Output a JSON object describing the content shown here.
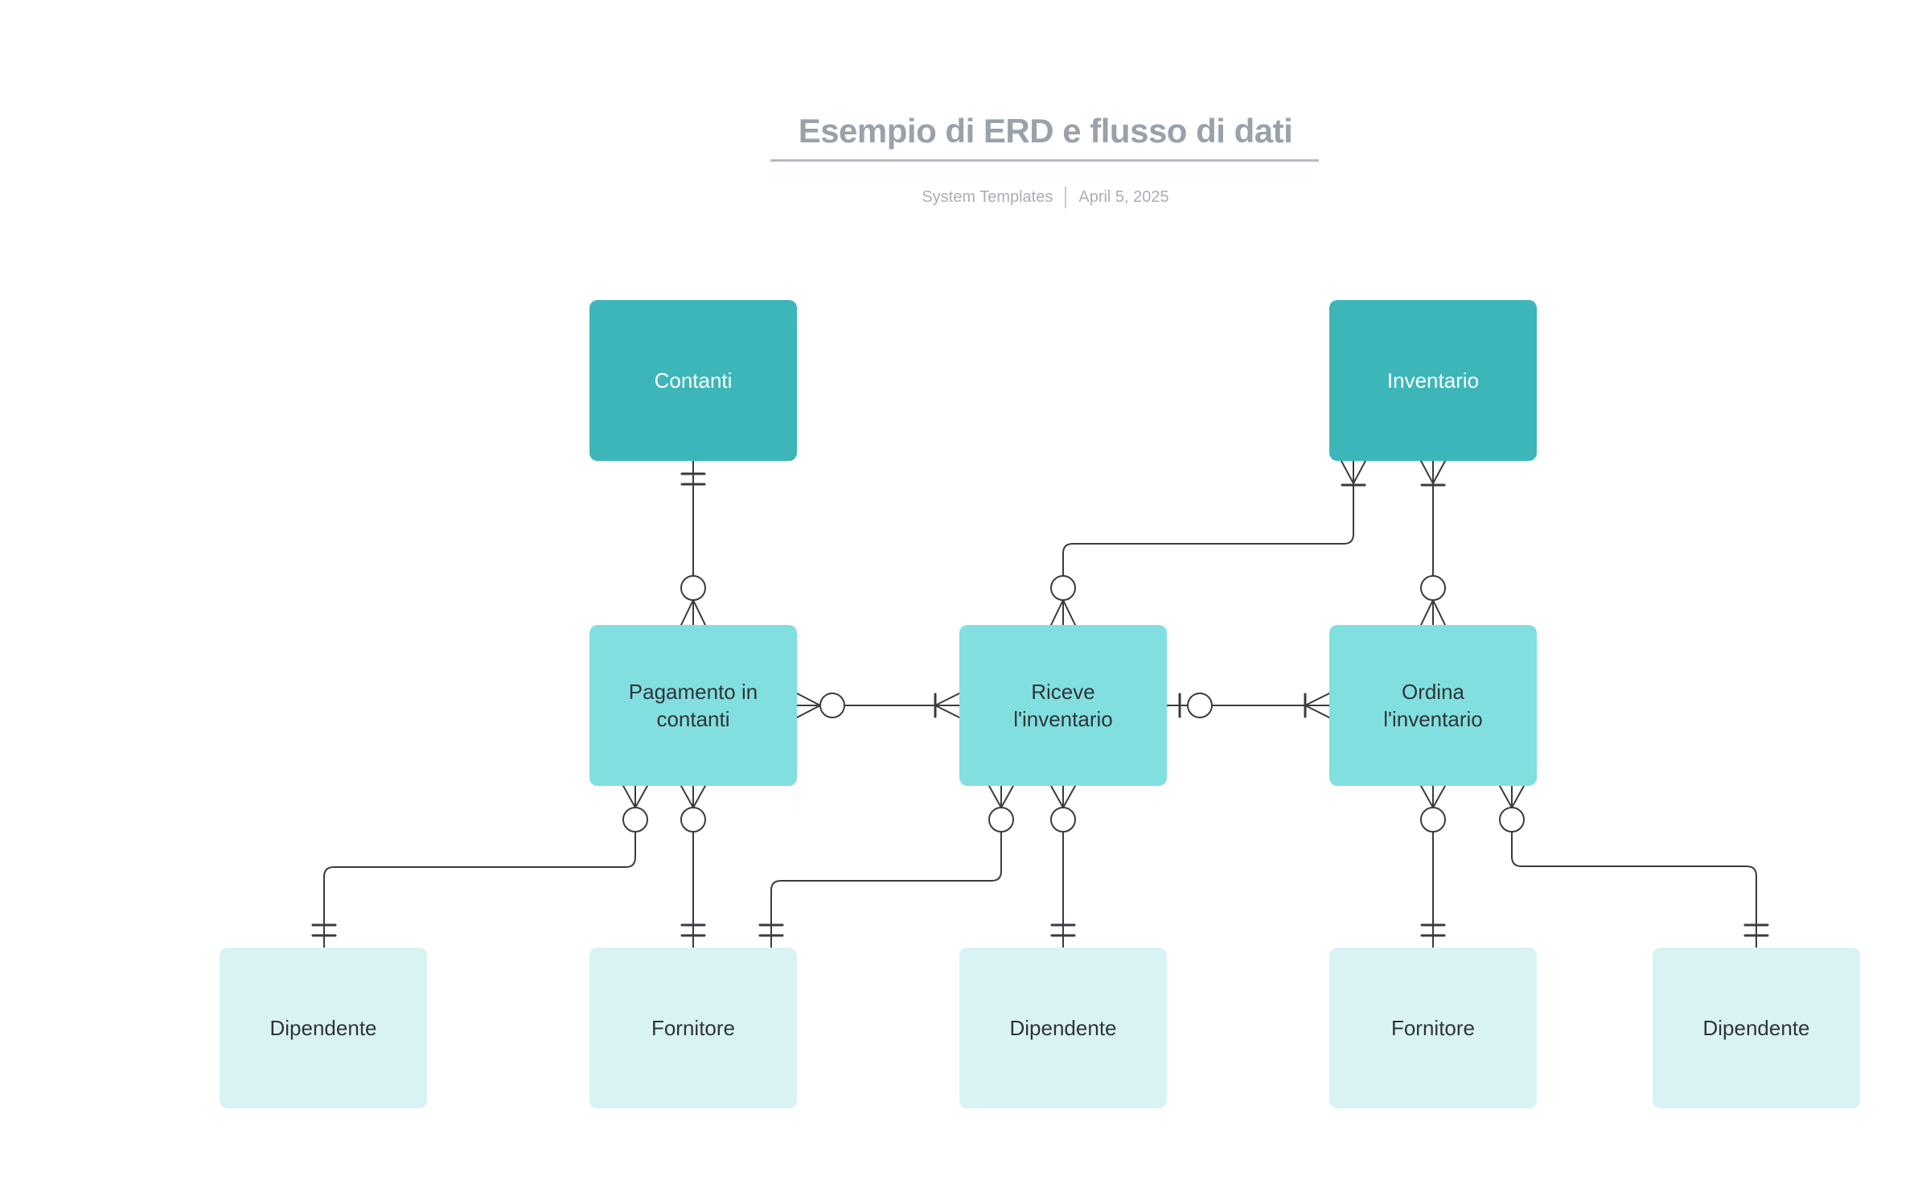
{
  "header": {
    "title": "Esempio di ERD e flusso di dati",
    "subtitle_left": "System Templates",
    "subtitle_right": "April 5, 2025"
  },
  "nodes": [
    {
      "id": "contanti",
      "label": "Contanti",
      "type": "entity"
    },
    {
      "id": "inventario",
      "label": "Inventario",
      "type": "entity"
    },
    {
      "id": "pagamento",
      "label": "Pagamento in\ncontanti",
      "type": "process"
    },
    {
      "id": "riceve",
      "label": "Riceve\nl'inventario",
      "type": "process"
    },
    {
      "id": "ordina",
      "label": "Ordina\nl'inventario",
      "type": "process"
    },
    {
      "id": "dipendente1",
      "label": "Dipendente",
      "type": "store"
    },
    {
      "id": "fornitore1",
      "label": "Fornitore",
      "type": "store"
    },
    {
      "id": "dipendente2",
      "label": "Dipendente",
      "type": "store"
    },
    {
      "id": "fornitore2",
      "label": "Fornitore",
      "type": "store"
    },
    {
      "id": "dipendente3",
      "label": "Dipendente",
      "type": "store"
    }
  ],
  "edges": [
    {
      "from": "contanti",
      "to": "pagamento",
      "from_cardinality": "exactly-one",
      "to_cardinality": "zero-or-many"
    },
    {
      "from": "inventario",
      "to": "riceve",
      "from_cardinality": "one-or-many",
      "to_cardinality": "zero-or-many"
    },
    {
      "from": "inventario",
      "to": "ordina",
      "from_cardinality": "one-or-many",
      "to_cardinality": "zero-or-many"
    },
    {
      "from": "pagamento",
      "to": "riceve",
      "from_cardinality": "zero-or-many",
      "to_cardinality": "one-or-many"
    },
    {
      "from": "riceve",
      "to": "ordina",
      "from_cardinality": "zero-or-one",
      "to_cardinality": "one-or-many"
    },
    {
      "from": "pagamento",
      "to": "dipendente1",
      "from_cardinality": "zero-or-many",
      "to_cardinality": "exactly-one"
    },
    {
      "from": "pagamento",
      "to": "fornitore1",
      "from_cardinality": "zero-or-many",
      "to_cardinality": "exactly-one"
    },
    {
      "from": "riceve",
      "to": "fornitore1",
      "from_cardinality": "zero-or-many",
      "to_cardinality": "exactly-one"
    },
    {
      "from": "riceve",
      "to": "dipendente2",
      "from_cardinality": "zero-or-many",
      "to_cardinality": "exactly-one"
    },
    {
      "from": "ordina",
      "to": "fornitore2",
      "from_cardinality": "zero-or-many",
      "to_cardinality": "exactly-one"
    },
    {
      "from": "ordina",
      "to": "dipendente3",
      "from_cardinality": "zero-or-many",
      "to_cardinality": "exactly-one"
    }
  ],
  "colors": {
    "entity_fill": "#3db6b9",
    "process_fill": "#82dfdf",
    "store_fill": "#d9f3f4",
    "edge_stroke": "#383c40",
    "title_text": "#99a2ab",
    "subtitle_text": "#a8afb7",
    "title_rule": "#b4bac1",
    "node_text_dark": "#2f3438",
    "node_text_light": "#ffffff",
    "background": "#ffffff"
  }
}
